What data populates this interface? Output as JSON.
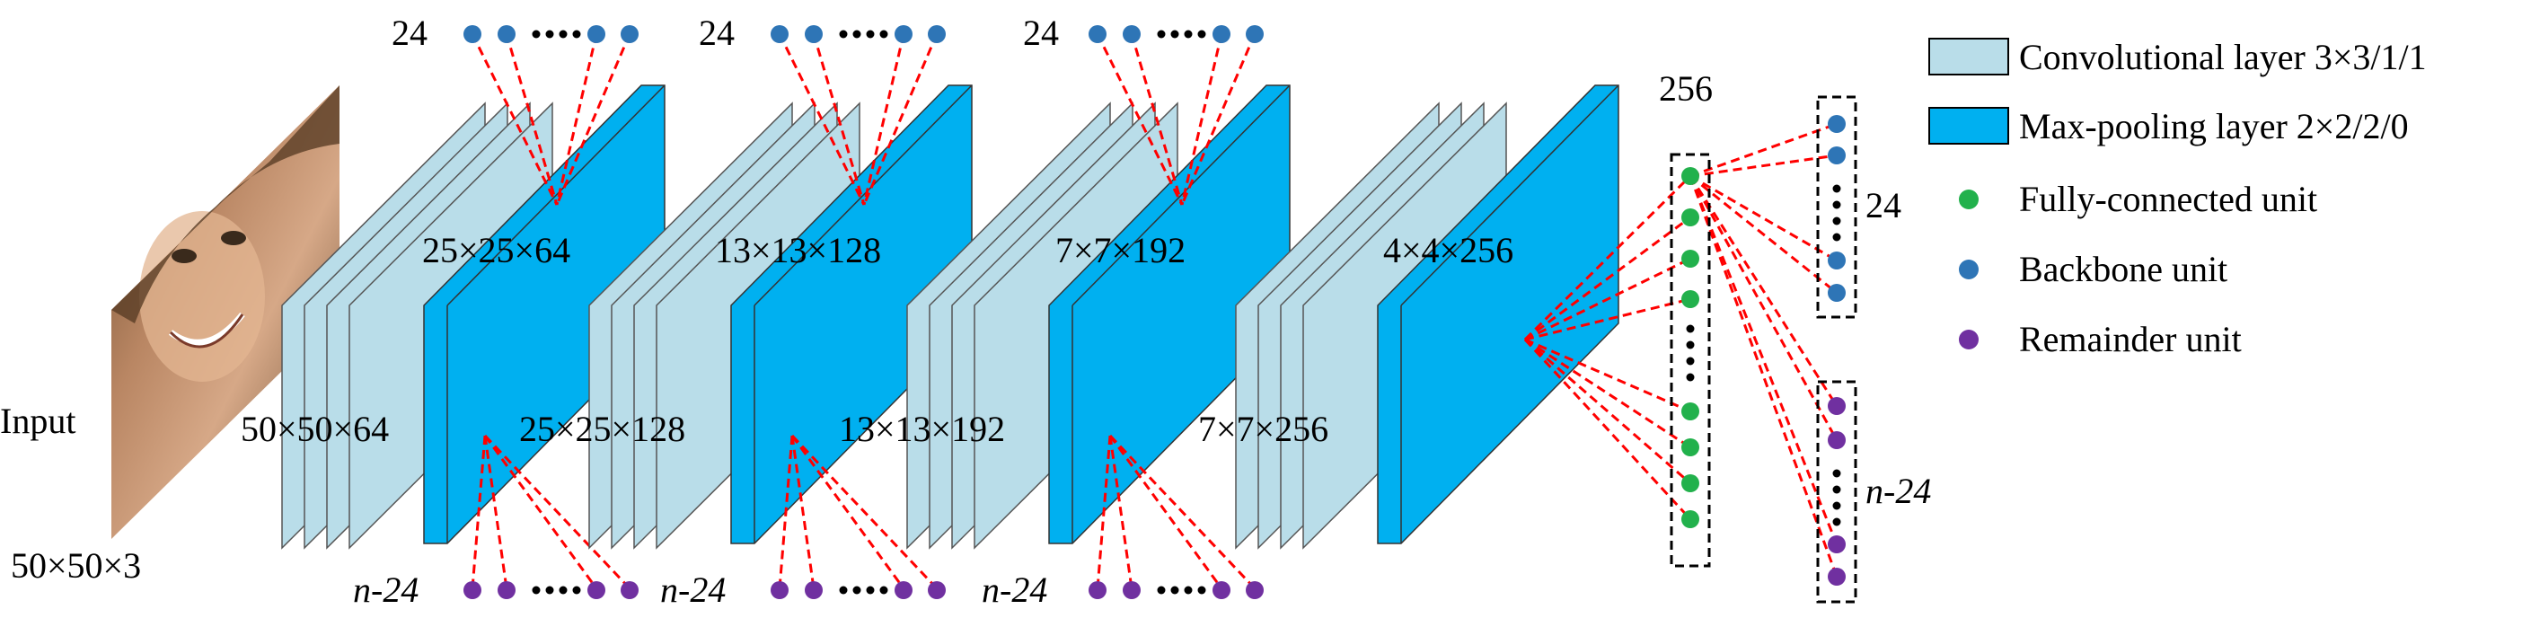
{
  "input": {
    "label": "Input",
    "size_label": "50×50×3"
  },
  "stages": [
    {
      "conv_label": "50×50×64",
      "pool_label": "25×25×64",
      "top_count": "24",
      "bottom_count": "n-24"
    },
    {
      "conv_label": "25×25×128",
      "pool_label": "13×13×128",
      "top_count": "24",
      "bottom_count": "n-24"
    },
    {
      "conv_label": "13×13×192",
      "pool_label": "7×7×192",
      "top_count": "24",
      "bottom_count": "n-24"
    },
    {
      "conv_label": "7×7×256",
      "pool_label": "4×4×256"
    }
  ],
  "fc": {
    "count_label": "256",
    "output_top_label": "24",
    "output_bottom_label": "n-24"
  },
  "legend": {
    "conv": "Convolutional layer 3×3/1/1",
    "pool": "Max-pooling layer 2×2/2/0",
    "fc_unit": "Fully-connected unit",
    "backbone_unit": "Backbone unit",
    "remainder_unit": "Remainder unit"
  },
  "colors": {
    "conv_fill": "#b9dde9",
    "pool_fill": "#00b0f0",
    "fc_unit": "#22b14c",
    "backbone_unit": "#2e75b6",
    "remainder_unit": "#7030a0",
    "connection": "#ff0000"
  }
}
